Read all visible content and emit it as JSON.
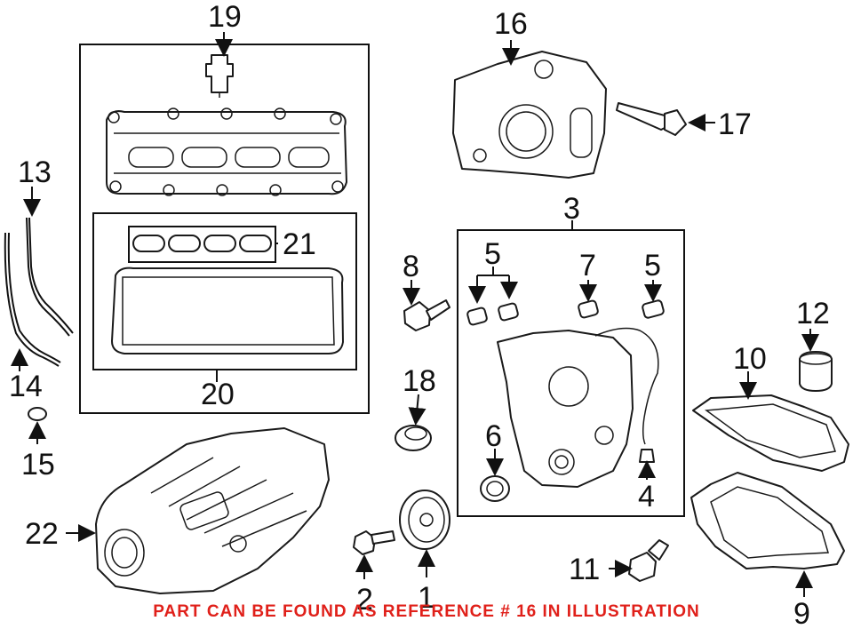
{
  "diagram": {
    "callouts": [
      "1",
      "2",
      "3",
      "4",
      "5",
      "5",
      "6",
      "7",
      "8",
      "9",
      "10",
      "11",
      "12",
      "13",
      "14",
      "15",
      "16",
      "17",
      "18",
      "19",
      "20",
      "21",
      "22"
    ]
  },
  "notice": {
    "text": "PART CAN BE FOUND AS REFERENCE # 16 IN ILLUSTRATION",
    "color": "#e0201a"
  },
  "colors": {
    "ink": "#111111",
    "paper": "#ffffff"
  }
}
